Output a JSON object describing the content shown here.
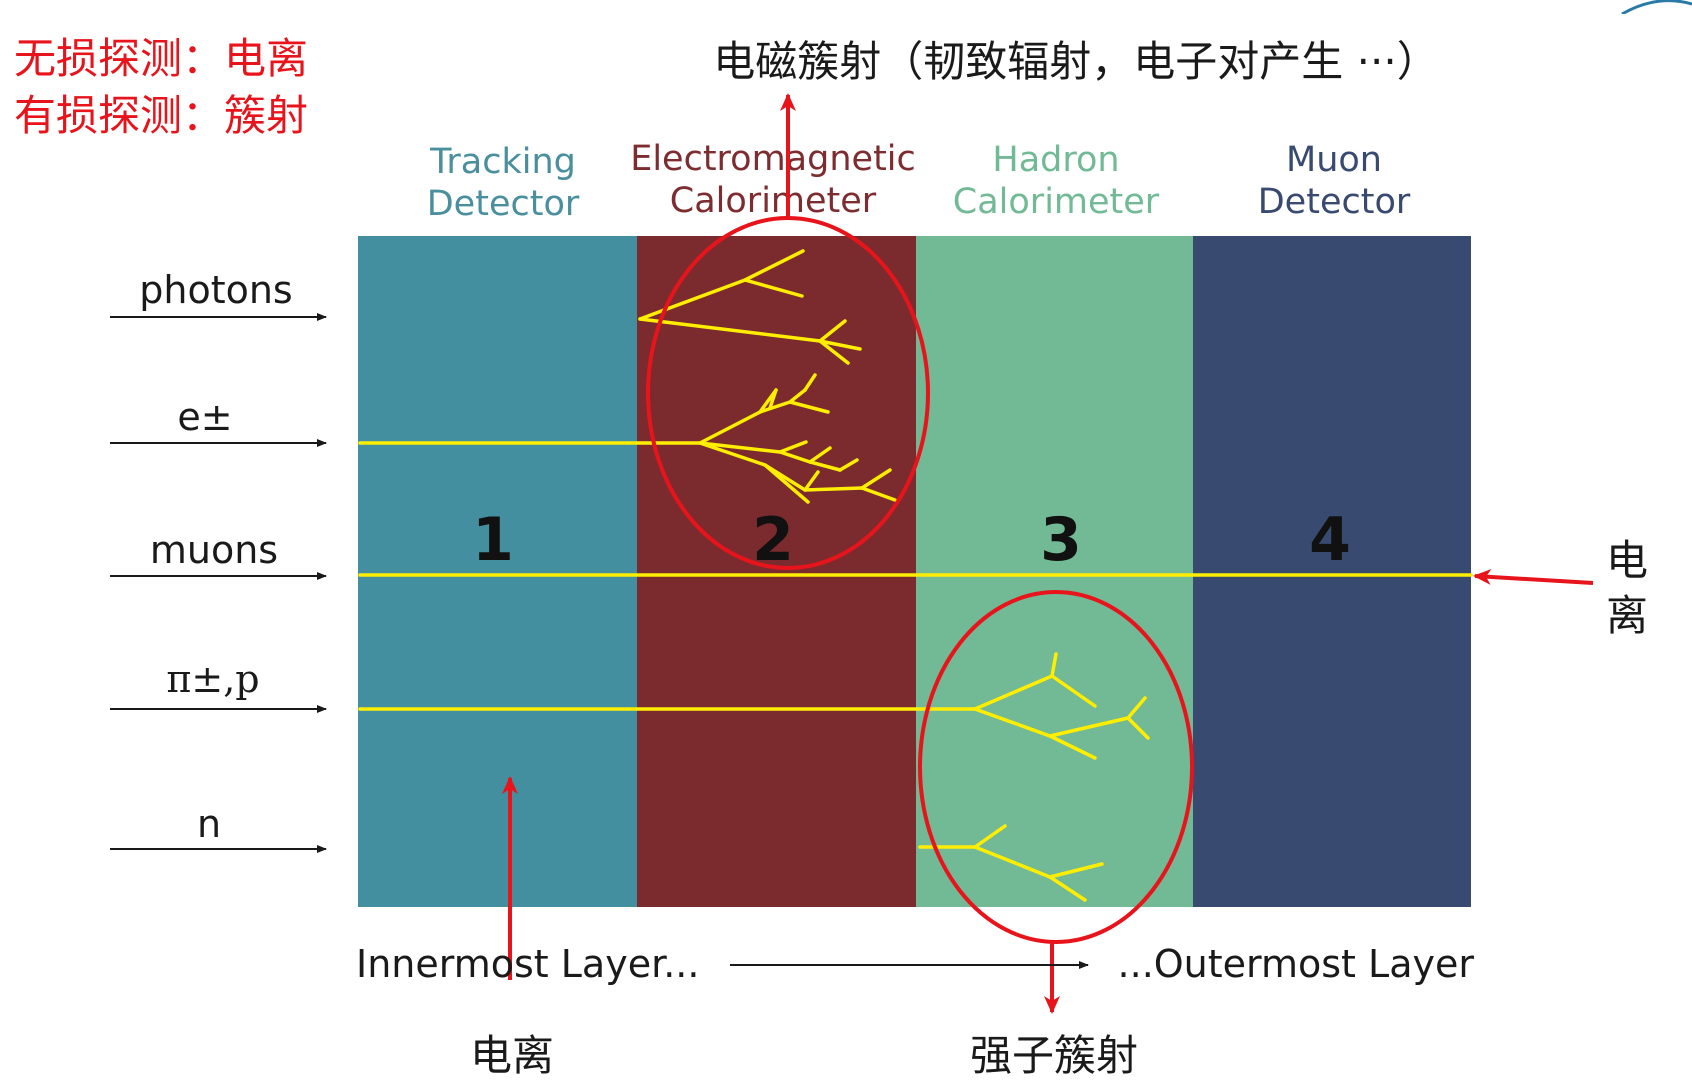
{
  "notes": {
    "line1": "无损探测：电离",
    "line2": "有损探测：簇射"
  },
  "em_shower_caption": "电磁簇射（韧致辐射，电子对产生 ···）",
  "layers": [
    {
      "name_line1": "Tracking",
      "name_line2": "Detector",
      "number": "1",
      "fill": "#448f9f",
      "label_color": "#4a8f9e"
    },
    {
      "name_line1": "Electromagnetic",
      "name_line2": "Calorimeter",
      "number": "2",
      "fill": "#7b2b2e",
      "label_color": "#7d2c30"
    },
    {
      "name_line1": "Hadron",
      "name_line2": "Calorimeter",
      "number": "3",
      "fill": "#72b996",
      "label_color": "#72b996"
    },
    {
      "name_line1": "Muon",
      "name_line2": "Detector",
      "number": "4",
      "fill": "#394a70",
      "label_color": "#394a70"
    }
  ],
  "particles": [
    "photons",
    "e±",
    "muons",
    "π±,p",
    "n"
  ],
  "layer_axis": {
    "inner": "Innermost Layer...",
    "outer": "...Outermost Layer"
  },
  "callouts": {
    "right_ionization_line1": "电",
    "right_ionization_line2": "离",
    "bottom_ionization": "电离",
    "hadron_shower": "强子簇射"
  },
  "colors": {
    "track": "#ffee00",
    "annotation": "#e8141c",
    "text": "#1a1a1a"
  }
}
